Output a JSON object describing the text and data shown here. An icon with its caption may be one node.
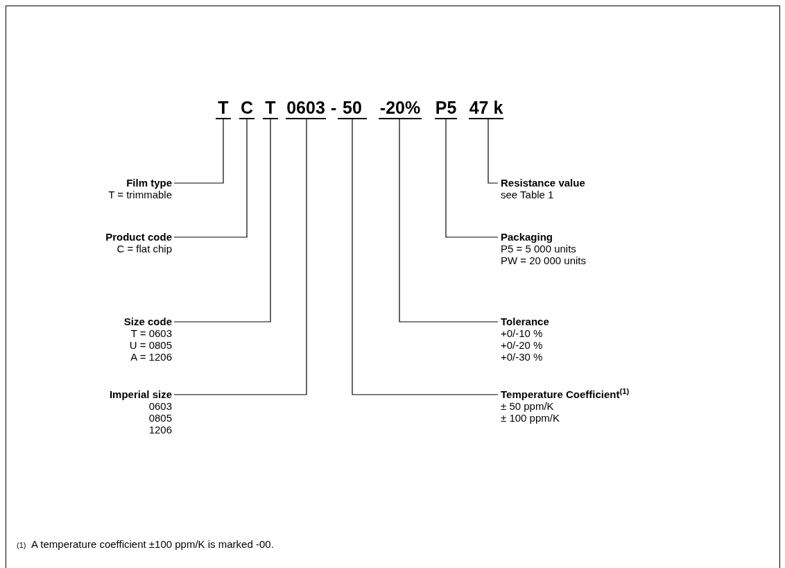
{
  "diagram": {
    "nodes": [
      {
        "text": [
          "T"
        ]
      },
      {
        "text": [
          "C"
        ]
      },
      {
        "text": [
          "T"
        ]
      },
      {
        "text": [
          "0603"
        ]
      },
      {
        "text": [
          "50"
        ]
      },
      {
        "text": [
          "-20%"
        ]
      },
      {
        "text": [
          "P5"
        ]
      },
      {
        "text": [
          "47 k"
        ]
      },
      {
        "text": [
          "Film type",
          "T = trimmable"
        ]
      },
      {
        "text": [
          "Resistance value",
          "see Table 1"
        ]
      },
      {
        "text": [
          "Product code",
          "C = flat chip"
        ]
      },
      {
        "text": [
          "Packaging",
          "P5 = 5 000 units",
          "PW = 20 000 units"
        ]
      },
      {
        "text": [
          "Size code",
          "T = 0603",
          "U = 0805",
          "A = 1206"
        ]
      },
      {
        "text": [
          "Tolerance",
          "+0/-10 %",
          "+0/-20 %",
          "+0/-30 %"
        ]
      },
      {
        "text": [
          "Imperial size",
          "0603",
          "0805",
          "1206"
        ]
      },
      {
        "text": [
          "Temperature Coefficient$^{(1)}$",
          "± 50 ppm/K",
          "± 100 ppm/K"
        ]
      }
    ],
    "edges": [
      {
        "from": 8,
        "to": 0,
        "arrow": "none"
      },
      {
        "from": 9,
        "to": 7,
        "arrow": "none"
      },
      {
        "from": 10,
        "to": 1,
        "arrow": "none"
      },
      {
        "from": 11,
        "to": 6,
        "arrow": "none"
      },
      {
        "from": 12,
        "to": 2,
        "arrow": "none"
      },
      {
        "from": 13,
        "to": 5,
        "arrow": "none"
      },
      {
        "from": 14,
        "to": 3,
        "arrow": "none"
      },
      {
        "from": 15,
        "to": 4,
        "arrow": "none"
      }
    ],
    "labels": [
      "-",
      "(1)",
      "A temperature coefficient ±100 ppm/K is marked -00."
    ]
  }
}
